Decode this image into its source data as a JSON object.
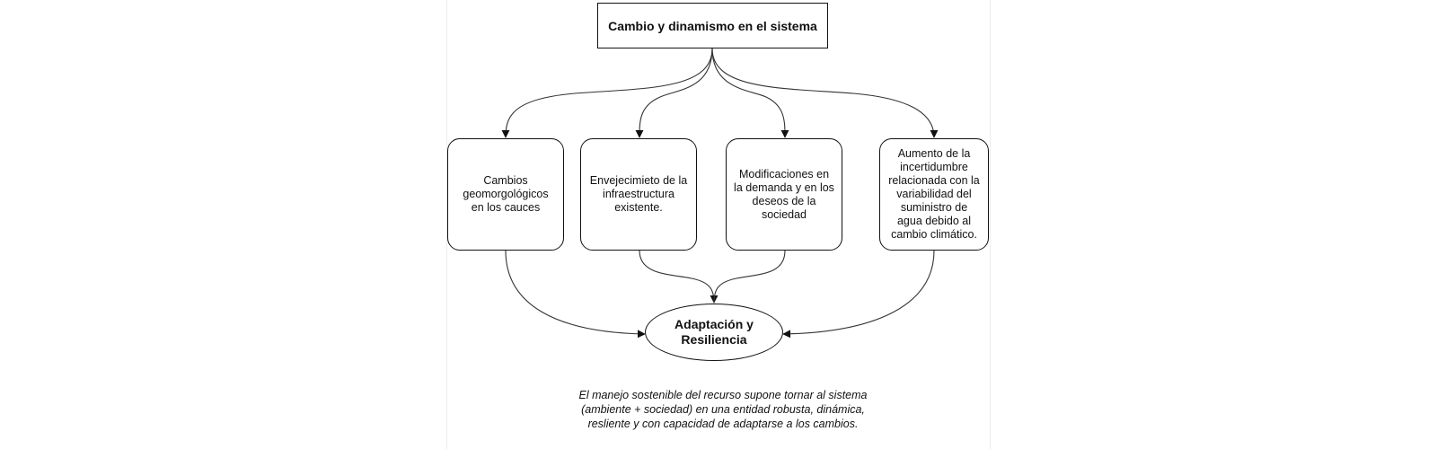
{
  "top": {
    "label": "Cambio y dinamismo en el sistema"
  },
  "cards": [
    {
      "label": "Cambios geomorgológicos en los cauces"
    },
    {
      "label": "Envejecimieto de la infraestructura existente."
    },
    {
      "label": "Modificaciones en la demanda y en los deseos de la sociedad"
    },
    {
      "label": "Aumento de la incertidumbre relacionada con la variabilidad del suministro de agua debido al cambio climático."
    }
  ],
  "result": {
    "label": "Adaptación y Resiliencia"
  },
  "caption": "El manejo sostenible del recurso supone tornar al sistema (ambiente + sociedad) en una entidad robusta, dinámica, resliente y con capacidad de adaptarse a los cambios."
}
